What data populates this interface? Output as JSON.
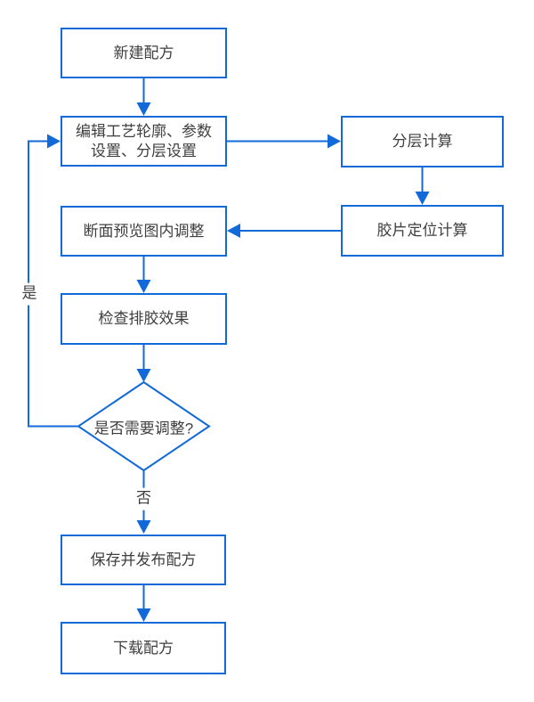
{
  "colors": {
    "line": "#1269d8",
    "text": "#3f3f3f",
    "background": "#ffffff"
  },
  "flowchart": {
    "title": "recipe-editing-workflow",
    "nodes": {
      "new_recipe": {
        "label": "新建配方"
      },
      "edit_settings": {
        "label": "编辑工艺轮廓、参数设置、分层设置",
        "line1": "编辑工艺轮廓、参数",
        "line2": "设置、分层设置"
      },
      "layer_calc": {
        "label": "分层计算"
      },
      "film_positioning_calc": {
        "label": "胶片定位计算"
      },
      "preview_adjust": {
        "label": "断面预览图内调整"
      },
      "check_glue_effect": {
        "label": "检查排胶效果"
      },
      "decision_need_adjust": {
        "label": "是否需要调整?"
      },
      "save_publish": {
        "label": "保存并发布配方"
      },
      "download_recipe": {
        "label": "下载配方"
      }
    },
    "edge_labels": {
      "yes": "是",
      "no": "否"
    }
  }
}
